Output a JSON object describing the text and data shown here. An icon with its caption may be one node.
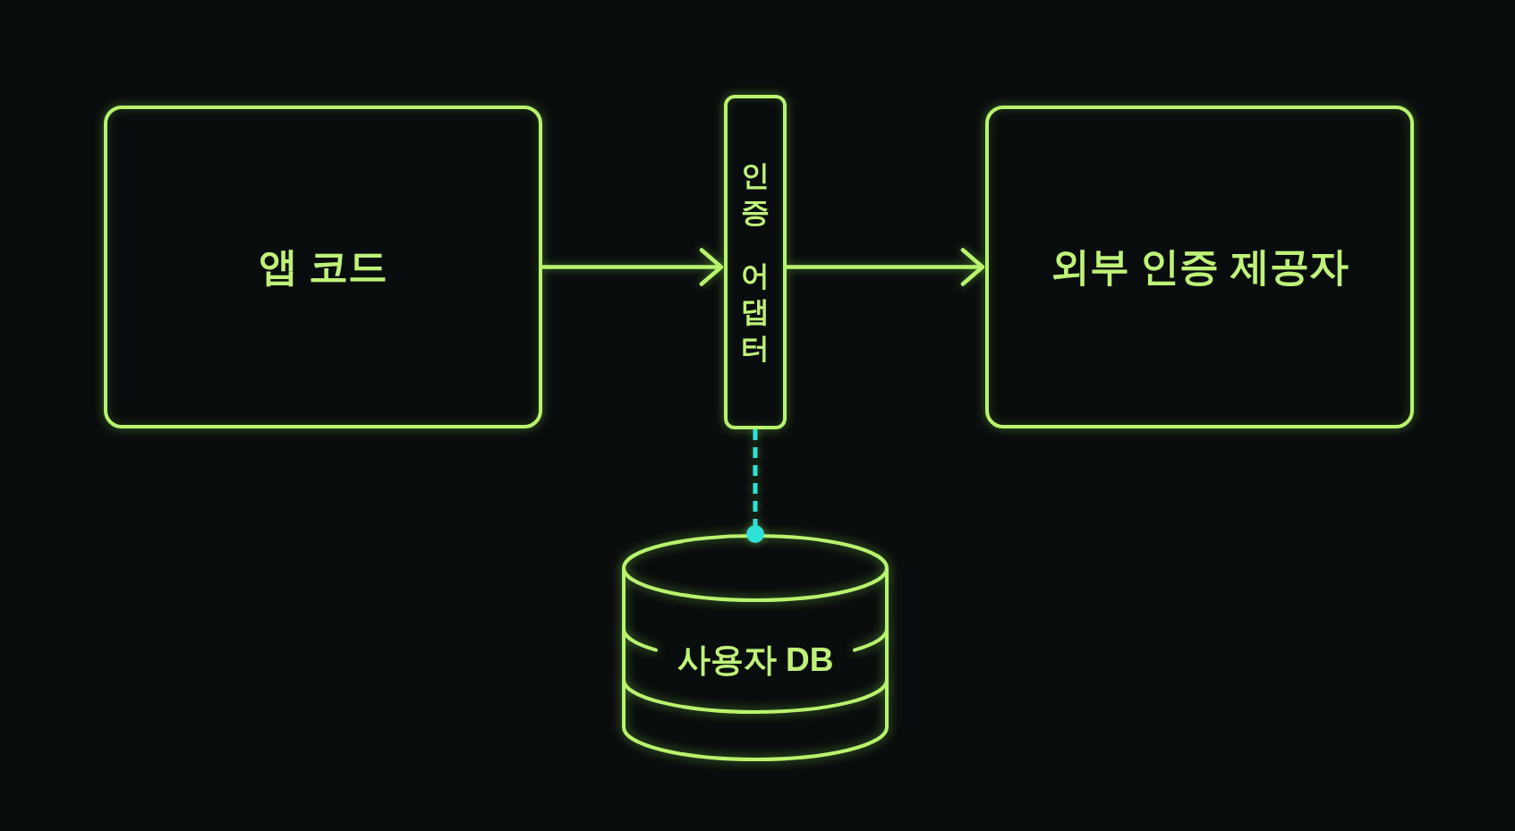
{
  "diagram": {
    "nodes": [
      {
        "text": [
          "앱 코드"
        ]
      },
      {
        "text": [
          "인증 어댑터"
        ]
      },
      {
        "text": [
          "외부 인증 제공자"
        ]
      },
      {
        "text": [
          "사용자 DB"
        ]
      }
    ],
    "edges": [
      {
        "from": 0,
        "to": 1,
        "arrow": "to"
      },
      {
        "from": 1,
        "to": 2,
        "arrow": "to"
      },
      {
        "from": 1,
        "to": 3,
        "arrow": "other",
        "style": "dashed",
        "color": "#2fe0d6"
      }
    ]
  }
}
